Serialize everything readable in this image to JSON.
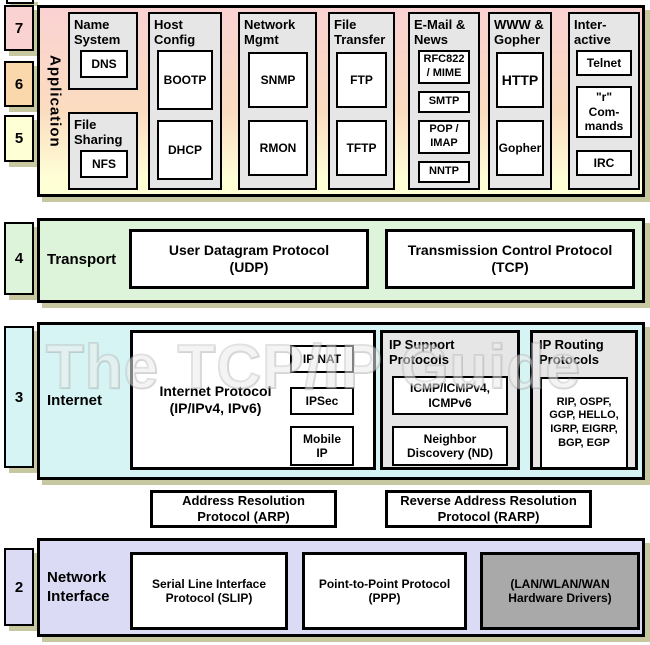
{
  "colors": {
    "pink": "#fad2d2",
    "peach": "#fbd8ab",
    "yellow": "#ffffd6",
    "green": "#def4da",
    "cyan": "#d6f4f4",
    "lavender": "#dbdbf5",
    "graybox": "#e6e6e6",
    "hwgray": "#a9a9a9",
    "shadow": "#c8c8a0",
    "line": "#000000"
  },
  "watermark": "The TCP/IP Guide",
  "layer_numbers": [
    "7",
    "6",
    "5",
    "4",
    "3",
    "2"
  ],
  "application": {
    "label": "Application",
    "groups": [
      {
        "title": "Name\nSystem",
        "items": [
          "DNS"
        ]
      },
      {
        "title": "File\nSharing",
        "items": [
          "NFS"
        ]
      },
      {
        "title": "Host\nConfig",
        "items": [
          "BOOTP",
          "DHCP"
        ]
      },
      {
        "title": "Network\nMgmt",
        "items": [
          "SNMP",
          "RMON"
        ]
      },
      {
        "title": "File\nTransfer",
        "items": [
          "FTP",
          "TFTP"
        ]
      },
      {
        "title": "E-Mail &\nNews",
        "items": [
          "RFC822\n/ MIME",
          "SMTP",
          "POP /\nIMAP",
          "NNTP"
        ]
      },
      {
        "title": "WWW &\nGopher",
        "items": [
          "HTTP",
          "Gopher"
        ]
      },
      {
        "title": "Inter-\nactive",
        "items": [
          "Telnet",
          "\"r\"\nCom-\nmands",
          "IRC"
        ]
      }
    ]
  },
  "transport": {
    "label": "Transport",
    "udp": "User Datagram Protocol\n(UDP)",
    "tcp": "Transmission Control Protocol\n(TCP)"
  },
  "internet": {
    "label": "Internet",
    "ip": {
      "title": "Internet Protocol\n(IP/IPv4, IPv6)",
      "items": [
        "IP NAT",
        "IPSec",
        "Mobile\nIP"
      ]
    },
    "support": {
      "title": "IP Support\nProtocols",
      "items": [
        "ICMP/ICMPv4,\nICMPv6",
        "Neighbor\nDiscovery (ND)"
      ]
    },
    "routing": {
      "title": "IP Routing\nProtocols",
      "items": [
        "RIP, OSPF,\nGGP, HELLO,\nIGRP, EIGRP,\nBGP, EGP"
      ]
    }
  },
  "arp": "Address Resolution\nProtocol (ARP)",
  "rarp": "Reverse Address Resolution\nProtocol (RARP)",
  "network_interface": {
    "label": "Network\nInterface",
    "slip": "Serial Line Interface\nProtocol (SLIP)",
    "ppp": "Point-to-Point Protocol\n(PPP)",
    "hardware": "(LAN/WLAN/WAN\nHardware Drivers)"
  }
}
